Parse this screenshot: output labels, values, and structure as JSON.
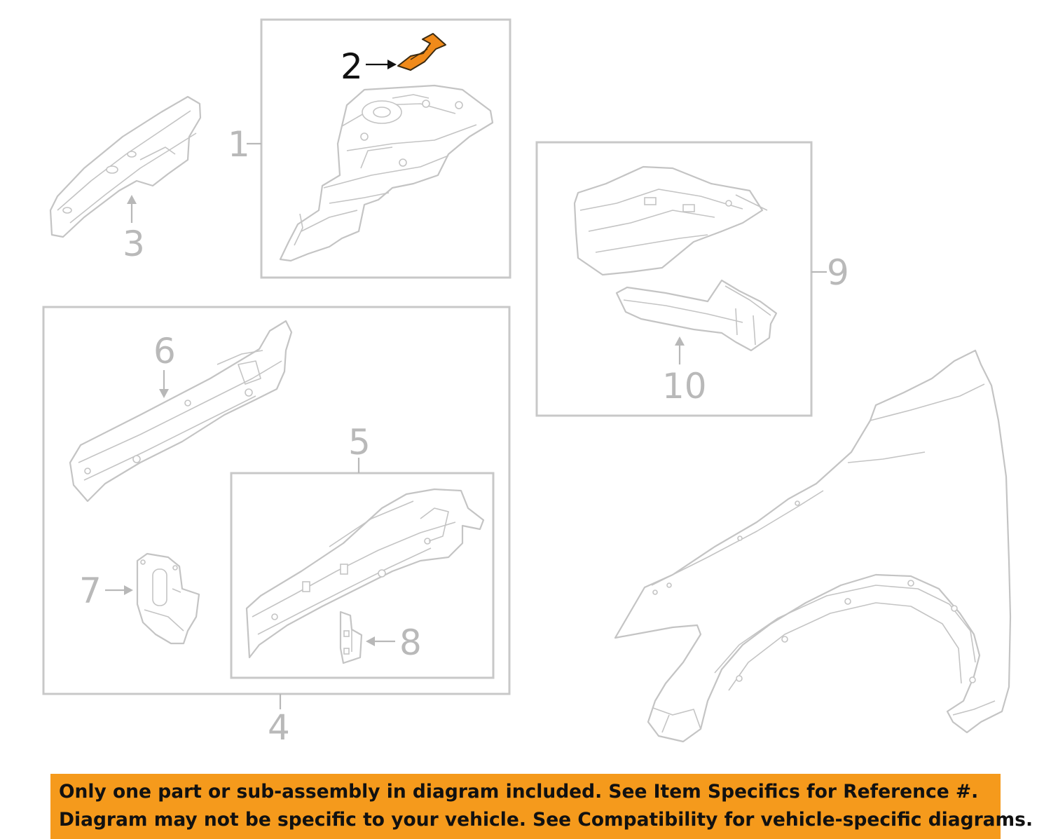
{
  "callouts": {
    "c1": "1",
    "c2": "2",
    "c3": "3",
    "c4": "4",
    "c5": "5",
    "c6": "6",
    "c7": "7",
    "c8": "8",
    "c9": "9",
    "c10": "10"
  },
  "banner": {
    "line1": "Only one part or sub-assembly in diagram included. See Item Specifics for Reference #.",
    "line2": "Diagram may not be specific to your vehicle. See Compatibility for vehicle-specific diagrams."
  },
  "colors": {
    "banner_bg": "#f59a1c",
    "highlight_part": "#f08a1a",
    "line_gray": "#c4c4c4",
    "text_dark": "#111111"
  }
}
